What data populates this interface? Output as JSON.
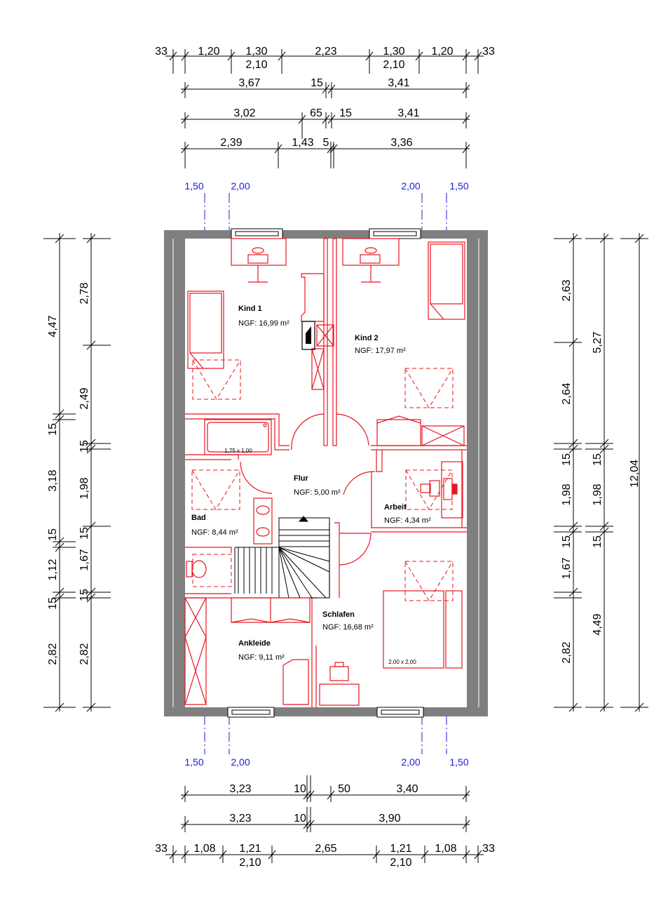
{
  "top_dims": {
    "row1": [
      "33",
      "1,20",
      "1,30",
      "2,23",
      "1,30",
      "1,20",
      "33"
    ],
    "row1_sub": [
      "2,10",
      "2,10"
    ],
    "row2": [
      "3,67",
      "15",
      "3,41"
    ],
    "row3": [
      "3,02",
      "65",
      "15",
      "3,41"
    ],
    "row4": [
      "2,39",
      "1,43",
      "5",
      "3,36"
    ]
  },
  "bottom_dims": {
    "row1": [
      "3,23",
      "10",
      "50",
      "3,40"
    ],
    "row2": [
      "3,23",
      "10",
      "3,90"
    ],
    "row3": [
      "33",
      "1,08",
      "1,21",
      "2,65",
      "1,21",
      "1,08",
      "33"
    ],
    "row3_sub": [
      "2,10",
      "2,10"
    ]
  },
  "left_dims": {
    "outer": [
      "4,47",
      "15",
      "3,18",
      "15",
      "1,12",
      "15",
      "2,82"
    ],
    "inner": [
      "2,78",
      "2,49",
      "15",
      "1,98",
      "15",
      "1,67",
      "15",
      "2,82"
    ]
  },
  "right_dims": {
    "inner": [
      "2,63",
      "2,64",
      "15",
      "1,98",
      "1,67",
      "15",
      "2,82"
    ],
    "middle": [
      "5,27",
      "15",
      "1,98",
      "15",
      "4,49"
    ],
    "outer": [
      "12,04"
    ]
  },
  "axes": {
    "top": [
      "1,50",
      "2,00",
      "2,00",
      "1,50"
    ],
    "bottom": [
      "1,50",
      "2,00",
      "2,00",
      "1,50"
    ]
  },
  "rooms": [
    {
      "name": "Kind 1",
      "area": "NGF: 16,99 m²"
    },
    {
      "name": "Kind 2",
      "area": "NGF: 17,97 m²"
    },
    {
      "name": "Flur",
      "area": "NGF: 5,00 m²"
    },
    {
      "name": "Arbeit",
      "area": "NGF: 4,34 m²"
    },
    {
      "name": "Bad",
      "area": "NGF: 8,44 m²"
    },
    {
      "name": "Schlafen",
      "area": "NGF: 16,68 m²"
    },
    {
      "name": "Ankleide",
      "area": "NGF: 9,11 m²"
    }
  ],
  "furniture_labels": {
    "bathtub": "1,75 x 1,00",
    "bed": "2,00 x 2,00"
  },
  "colors": {
    "walls": "#7f7f7f",
    "furniture": "#e8141e",
    "axes": "#1a1adc",
    "dimensions": "#000000"
  }
}
